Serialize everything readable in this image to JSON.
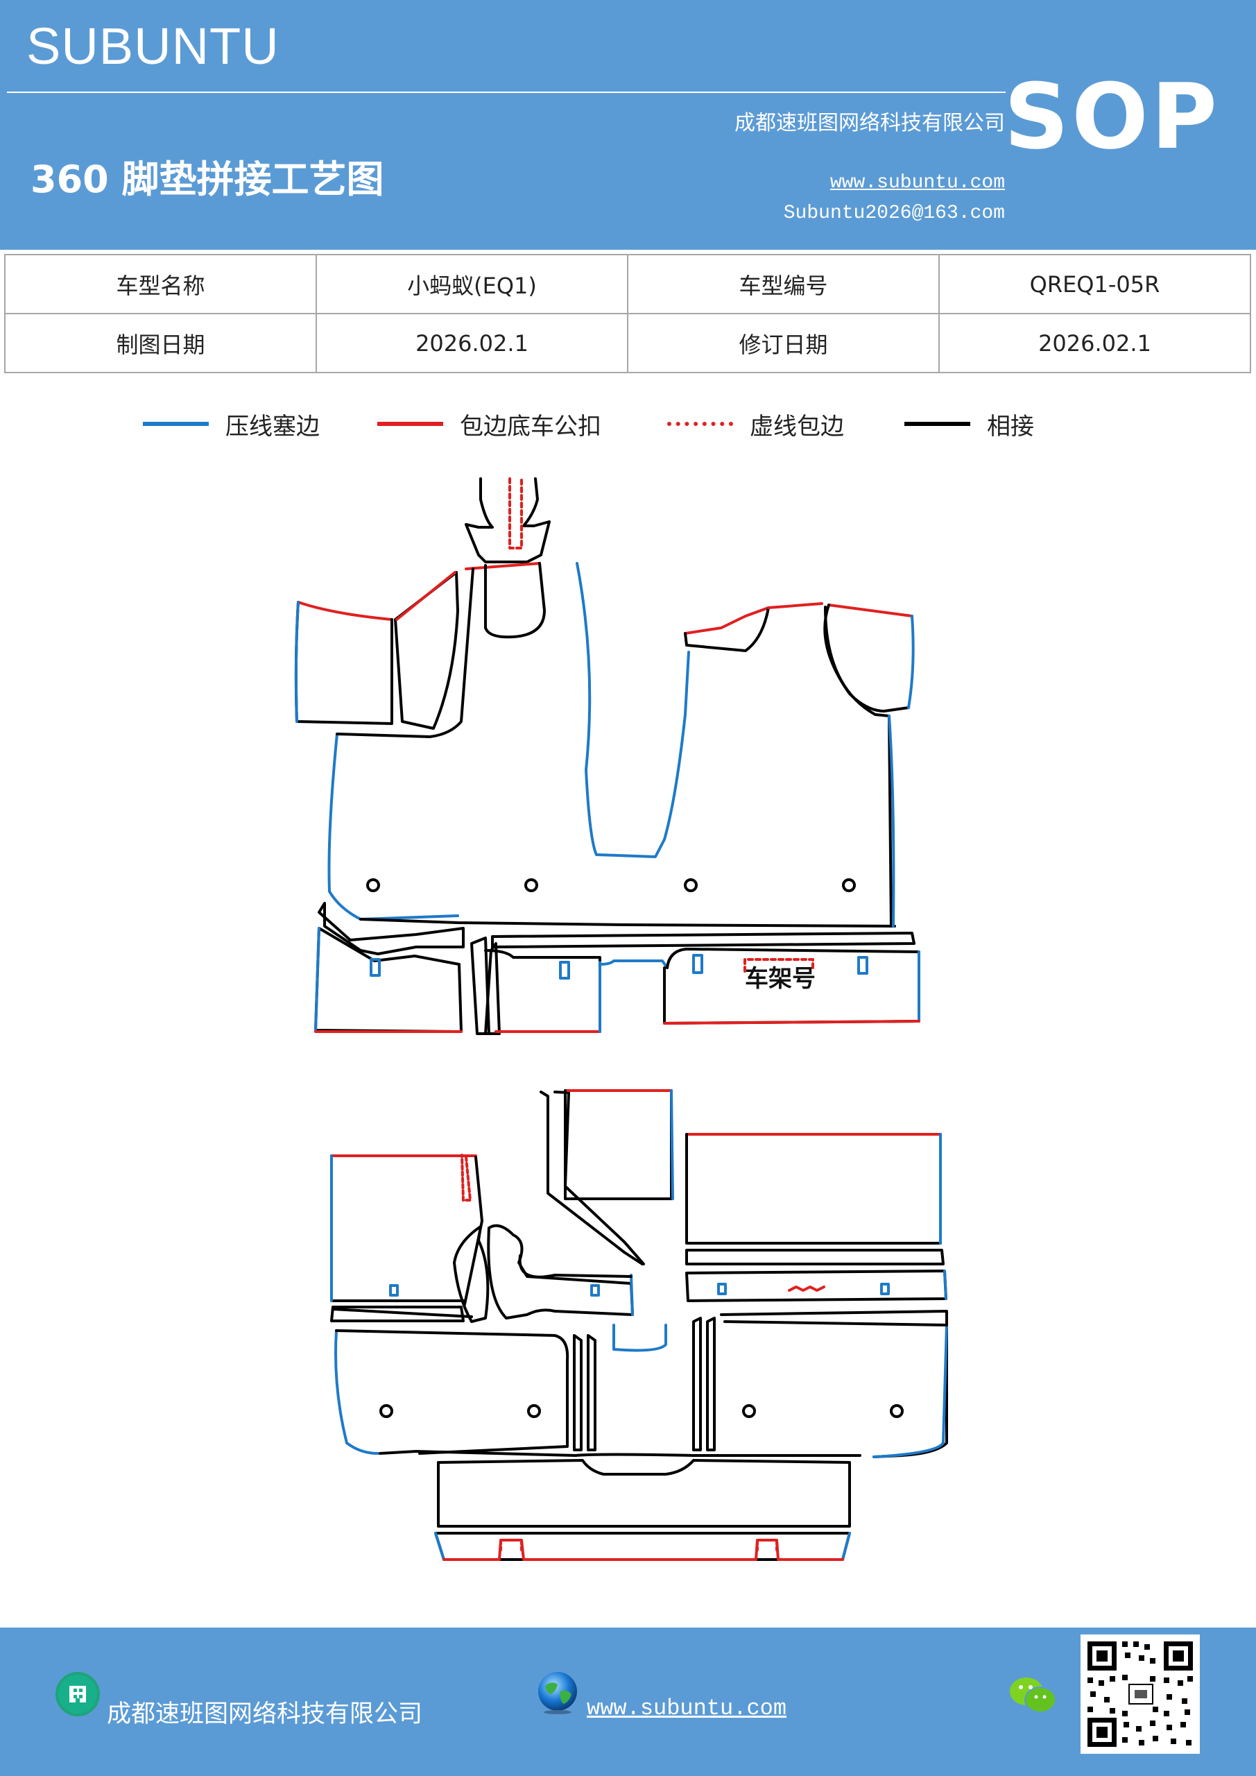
{
  "header": {
    "brand": "SUBUNTU",
    "company": "成都速班图网络科技有限公司",
    "title": "360 脚垫拼接工艺图",
    "website": "www.subuntu.com",
    "email": "Subuntu2026@163.com",
    "badge": "SOP"
  },
  "info_table": {
    "rows": [
      [
        "车型名称",
        "小蚂蚁(EQ1)",
        "车型编号",
        "QREQ1-05R"
      ],
      [
        "制图日期",
        "2026.02.1",
        "修订日期",
        "2026.02.1"
      ]
    ]
  },
  "legend": {
    "items": [
      {
        "label": "压线塞边",
        "color": "#1f7ac8",
        "style": "solid"
      },
      {
        "label": "包边底车公扣",
        "color": "#e02020",
        "style": "solid"
      },
      {
        "label": "虚线包边",
        "color": "#e02020",
        "style": "dotted"
      },
      {
        "label": "相接",
        "color": "#000000",
        "style": "solid"
      }
    ]
  },
  "drawing": {
    "frame_label": "车架号"
  },
  "footer": {
    "company": "成都速班图网络科技有限公司",
    "website": "www.subuntu.com "
  },
  "colors": {
    "brand_blue": "#5b9bd5",
    "press_line": "#1f7ac8",
    "binding": "#e02020",
    "joint": "#000000"
  }
}
